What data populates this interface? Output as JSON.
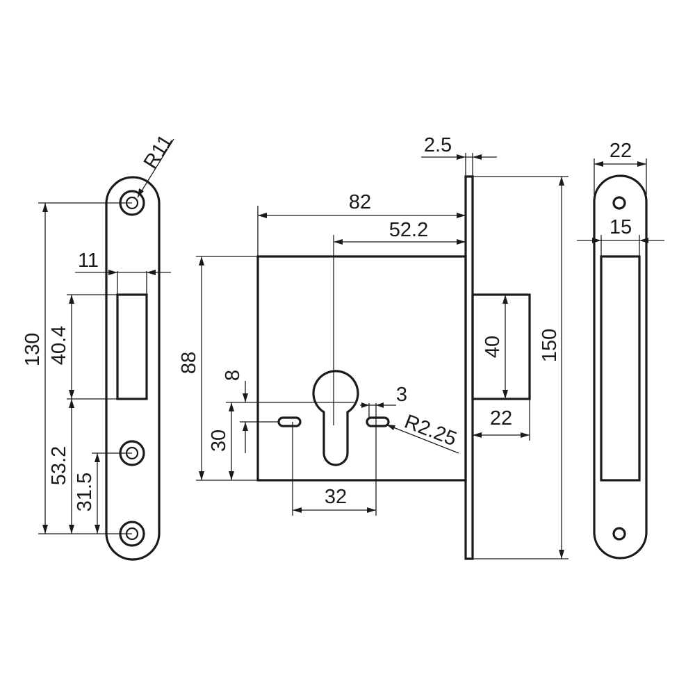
{
  "dimensions": {
    "strike_radius": "R11",
    "strike_height": "130",
    "strike_width": "11",
    "strike_opening": "40.4",
    "strike_screw_spacing": "53.2",
    "strike_hole_offset": "31.5",
    "backset": "82",
    "backset_cylinder": "52.2",
    "faceplate_thickness": "2.5",
    "case_height": "88",
    "cylinder_slot": "8",
    "cylinder_offset": "30",
    "screw_hole_spacing": "32",
    "slot_width": "3",
    "slot_radius": "R2.25",
    "bolt_height": "40",
    "bolt_throw": "22",
    "faceplate_height": "150",
    "faceplate_width": "22",
    "bolt_opening_width": "15"
  }
}
